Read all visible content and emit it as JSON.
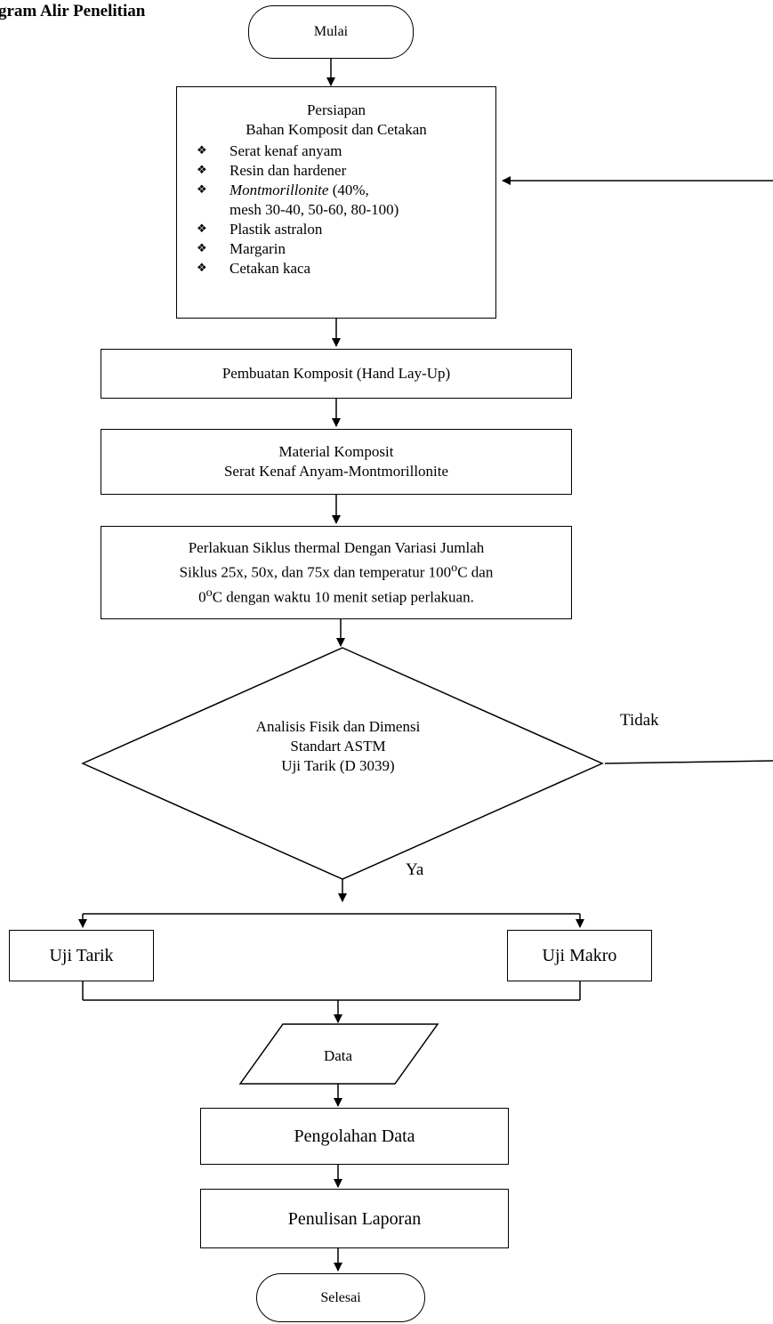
{
  "heading": "gram Alir Penelitian",
  "start": "Mulai",
  "preparation": {
    "title_1": "Persiapan",
    "title_2": "Bahan Komposit dan Cetakan",
    "bullet_glyph": "❖",
    "items": [
      {
        "text": "Serat kenaf anyam"
      },
      {
        "text": "Resin dan hardener"
      },
      {
        "text": "Montmorillonite",
        "text_after": " (40%,",
        "text_line2": "mesh 30-40, 50-60, 80-100)"
      },
      {
        "text": "Plastik astralon"
      },
      {
        "text": "Margarin"
      },
      {
        "text": "Cetakan  kaca"
      }
    ]
  },
  "fabrication": "Pembuatan Komposit (Hand Lay-Up)",
  "material": {
    "line1": "Material Komposit",
    "line2": "Serat Kenaf Anyam-Montmorillonite"
  },
  "thermal": {
    "line1": "Perlakuan Siklus thermal Dengan Variasi Jumlah",
    "line2_a": "Siklus 25x, 50x, dan 75x dan temperatur 100",
    "line2_sup": "o",
    "line2_b": "C dan",
    "line3_a": "0",
    "line3_sup": "o",
    "line3_b": "C dengan waktu 10 menit setiap perlakuan."
  },
  "decision": {
    "line1": "Analisis Fisik dan Dimensi",
    "line2": "Standart ASTM",
    "line3": "Uji Tarik (D 3039)",
    "no_label": "Tidak",
    "yes_label": "Ya"
  },
  "test_left": "Uji Tarik",
  "test_right": "Uji Makro",
  "data": "Data",
  "processing": "Pengolahan Data",
  "report": "Penulisan Laporan",
  "end": "Selesai"
}
